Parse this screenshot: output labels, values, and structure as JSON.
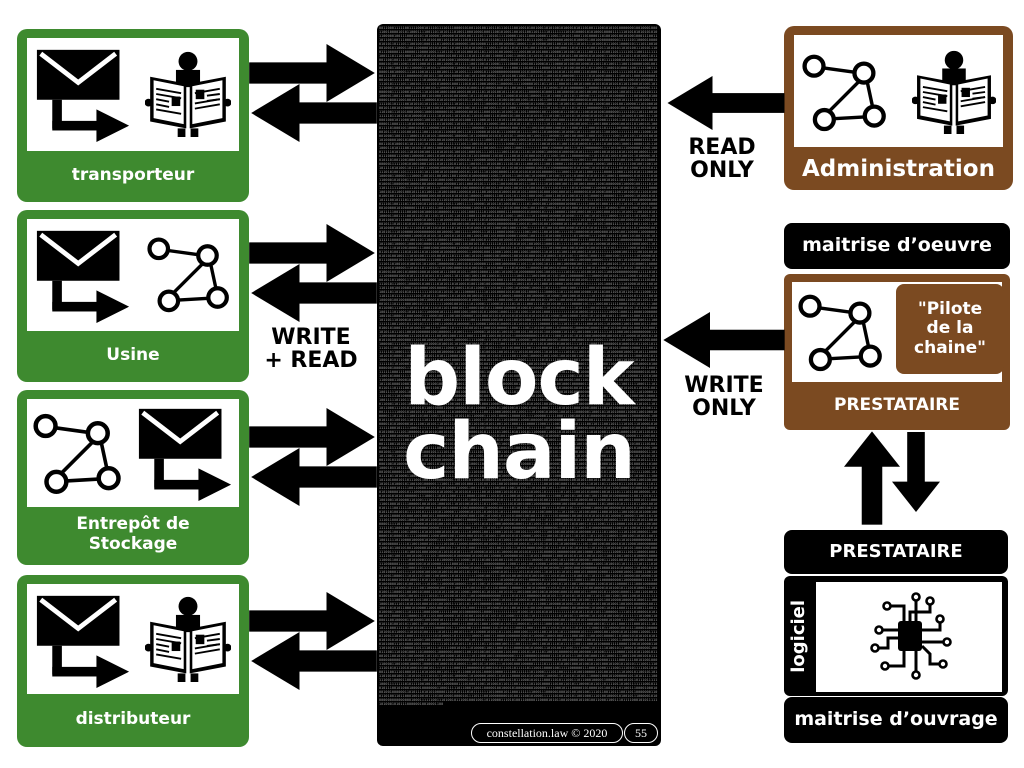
{
  "left_actors": [
    {
      "label": "transporteur",
      "icons": [
        "envelope-arrow",
        "person-reading"
      ]
    },
    {
      "label": "Usine",
      "icons": [
        "envelope-arrow",
        "network"
      ]
    },
    {
      "label": "Entrepôt  de\nStockage",
      "icons": [
        "network",
        "envelope-arrow"
      ]
    },
    {
      "label": "distributeur",
      "icons": [
        "envelope-arrow",
        "person-reading"
      ]
    }
  ],
  "center": {
    "line1": "block",
    "line2": "chain",
    "footer_source": "constellation.law © 2020",
    "footer_page": "55"
  },
  "access_labels": {
    "write_read": "WRITE\n+ READ",
    "read_only": "READ\nONLY",
    "write_only": "WRITE\nONLY"
  },
  "right": {
    "administration": "Administration",
    "maitrise_oeuvre": "maitrise d’oeuvre",
    "pilote": "\"Pilote\nde la\nchaine\"",
    "prestataire_top": "PRESTATAIRE",
    "prestataire_bottom": "PRESTATAIRE",
    "logiciel": "logiciel",
    "maitrise_ouvrage": "maitrise d’ouvrage"
  },
  "colors": {
    "green": "#3e8a2f",
    "brown": "#7b4a21",
    "black": "#000000"
  }
}
